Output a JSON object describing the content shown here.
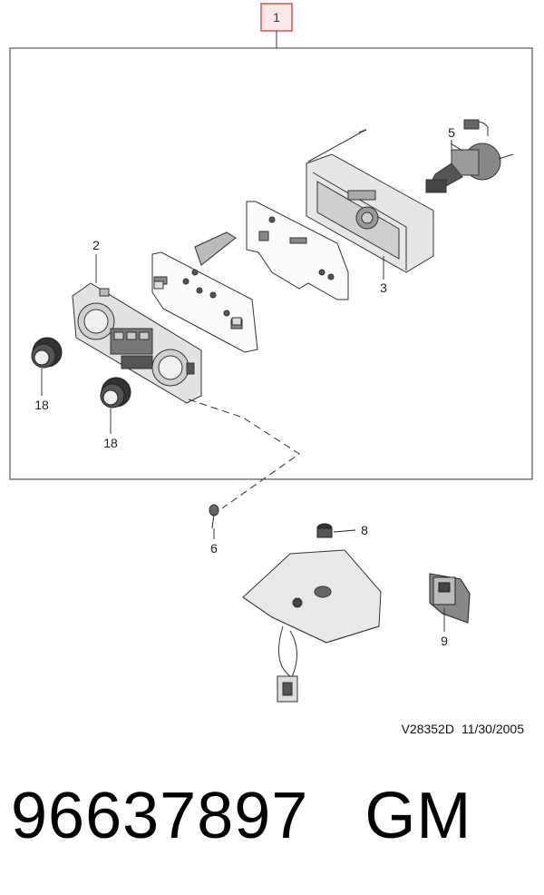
{
  "assembly": {
    "label": "1",
    "highlight_color": "#d9534f"
  },
  "callouts": [
    {
      "id": "2",
      "text": "2"
    },
    {
      "id": "3",
      "text": "3"
    },
    {
      "id": "5",
      "text": "5"
    },
    {
      "id": "6",
      "text": "6"
    },
    {
      "id": "8",
      "text": "8"
    },
    {
      "id": "9",
      "text": "9"
    },
    {
      "id": "18a",
      "text": "18"
    },
    {
      "id": "18b",
      "text": "18"
    }
  ],
  "drawing_ref": {
    "code": "V28352D",
    "date": "11/30/2005"
  },
  "part": {
    "number": "96637897",
    "maker": "GM"
  }
}
